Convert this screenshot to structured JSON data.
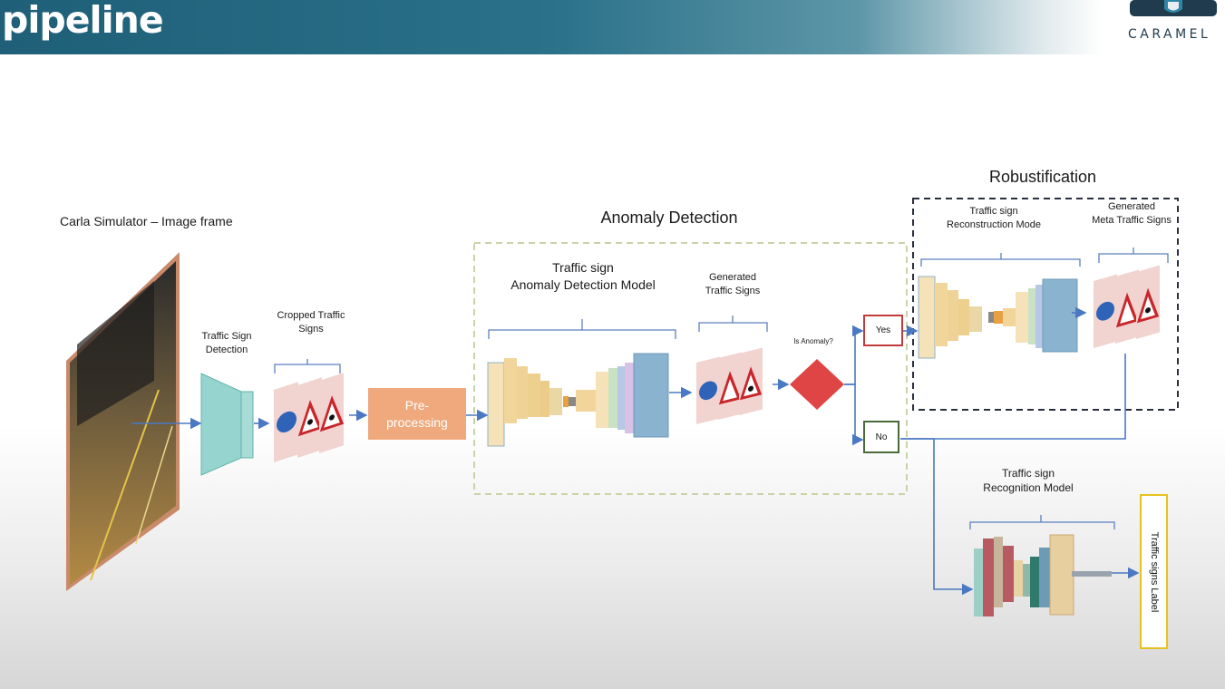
{
  "header": {
    "title": "pipeline",
    "logo_text": "CARAMEL"
  },
  "diagram": {
    "sim_title": "Carla Simulator – Image frame",
    "detection_label": "Traffic Sign\nDetection",
    "cropped_label": "Cropped Traffic\nSigns",
    "preprocessing_label": "Pre-\nprocessing",
    "anomaly_title": "Anomaly Detection",
    "anomaly_model_label": "Traffic sign\nAnomaly Detection Model",
    "generated_signs_label": "Generated\nTraffic Signs",
    "decision_label": "Is Anomaly?",
    "yes_label": "Yes",
    "no_label": "No",
    "robust_title": "Robustification",
    "reconstruction_label": "Traffic sign\nReconstruction Mode",
    "meta_signs_label": "Generated\nMeta Traffic Signs",
    "recognition_label": "Traffic sign\nRecognition Model",
    "output_label": "Traffic signs Label"
  },
  "colors": {
    "header_bg": "#1f5f78",
    "arrow": "#4a78c2",
    "preprocessing": "#f0a97d",
    "decision": "#e04545",
    "anomaly_border": "#c9d3a8",
    "robust_border": "#2a2f3e",
    "yes_border": "#c23a3a",
    "no_border": "#4a6a3a",
    "output_border": "#e6c21f"
  }
}
